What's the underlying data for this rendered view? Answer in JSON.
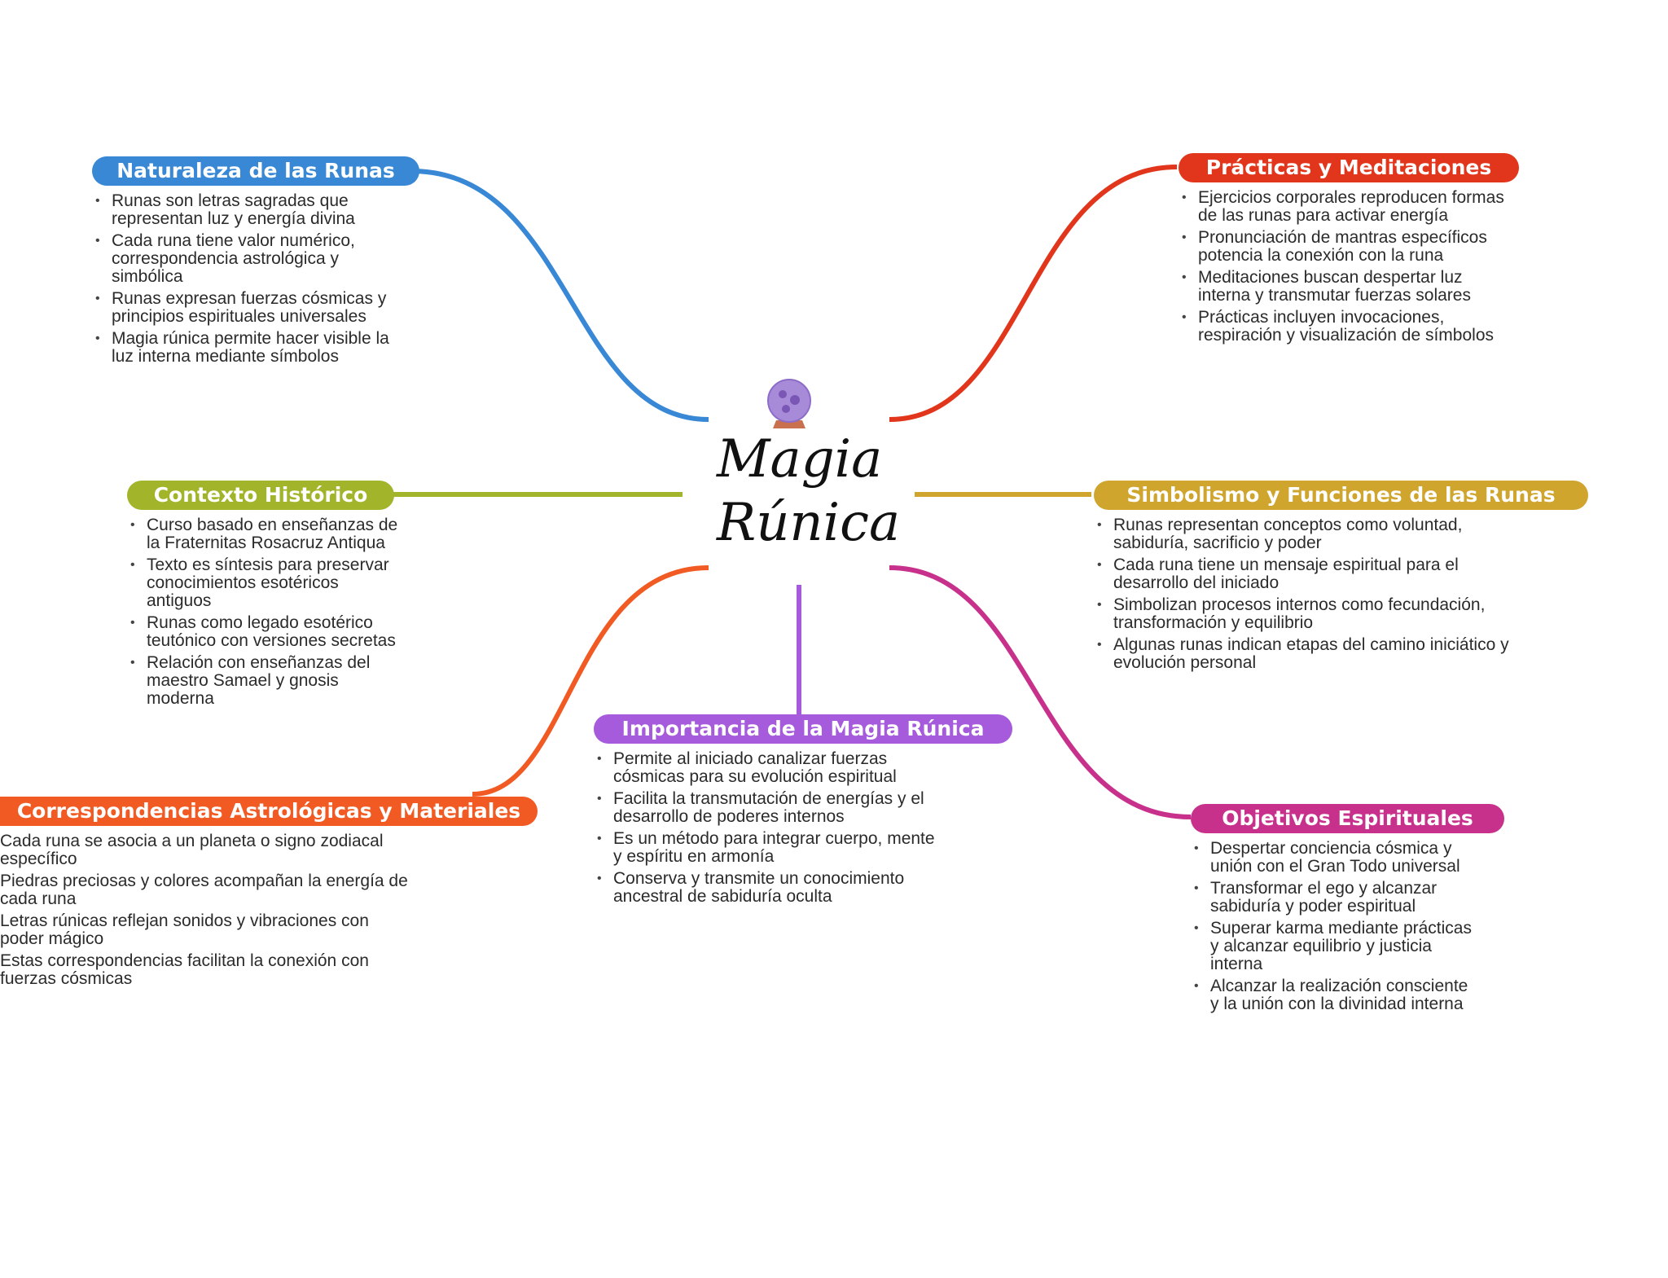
{
  "center": {
    "title_line1": "Magia",
    "title_line2": "Rúnica",
    "icon": "crystal-ball-icon"
  },
  "branches": {
    "naturaleza": {
      "title": "Naturaleza de las Runas",
      "color": "#3888D6",
      "items": [
        "Runas son letras sagradas que representan luz y energía divina",
        "Cada runa tiene valor numérico, correspondencia astrológica y simbólica",
        "Runas expresan fuerzas cósmicas y principios espirituales universales",
        "Magia rúnica permite hacer visible la luz interna mediante símbolos"
      ]
    },
    "practicas": {
      "title": "Prácticas y Meditaciones",
      "color": "#E2361C",
      "items": [
        "Ejercicios corporales reproducen formas de las runas para activar energía",
        "Pronunciación de mantras específicos potencia la conexión con la runa",
        "Meditaciones buscan despertar luz interna y transmutar fuerzas solares",
        "Prácticas incluyen invocaciones, respiración y visualización de símbolos"
      ]
    },
    "contexto": {
      "title": "Contexto Histórico",
      "color": "#A2B52A",
      "items": [
        "Curso basado en enseñanzas de la Fraternitas Rosacruz Antiqua",
        "Texto es síntesis para preservar conocimientos esotéricos antiguos",
        "Runas como legado esotérico teutónico con versiones secretas",
        "Relación con enseñanzas del maestro Samael y gnosis moderna"
      ]
    },
    "simbolismo": {
      "title": "Simbolismo y Funciones de las Runas",
      "color": "#CFA52E",
      "items": [
        "Runas representan conceptos como voluntad, sabiduría, sacrificio y poder",
        "Cada runa tiene un mensaje espiritual para el desarrollo del iniciado",
        "Simbolizan procesos internos como fecundación, transformación y equilibrio",
        "Algunas runas indican etapas del camino iniciático y evolución personal"
      ]
    },
    "importancia": {
      "title": "Importancia de la Magia Rúnica",
      "color": "#A55BDB",
      "items": [
        "Permite al iniciado canalizar fuerzas cósmicas para su evolución espiritual",
        "Facilita la transmutación de energías y el desarrollo de poderes internos",
        "Es un método para integrar cuerpo, mente y espíritu en armonía",
        "Conserva y transmite un conocimiento ancestral de sabiduría oculta"
      ]
    },
    "correspondencias": {
      "title": "Correspondencias Astrológicas y Materiales",
      "color": "#F15A22",
      "items": [
        "Cada runa se asocia a un planeta o signo zodiacal específico",
        "Piedras preciosas y colores acompañan la energía de cada runa",
        "Letras rúnicas reflejan sonidos y vibraciones con poder mágico",
        "Estas correspondencias facilitan la conexión con fuerzas cósmicas"
      ]
    },
    "objetivos": {
      "title": "Objetivos Espirituales",
      "color": "#C8318B",
      "items": [
        "Despertar conciencia cósmica y unión con el Gran Todo universal",
        "Transformar el ego y alcanzar sabiduría y poder espiritual",
        "Superar karma mediante prácticas y alcanzar equilibrio y justicia interna",
        "Alcanzar la realización consciente y la unión con la divinidad interna"
      ]
    }
  }
}
